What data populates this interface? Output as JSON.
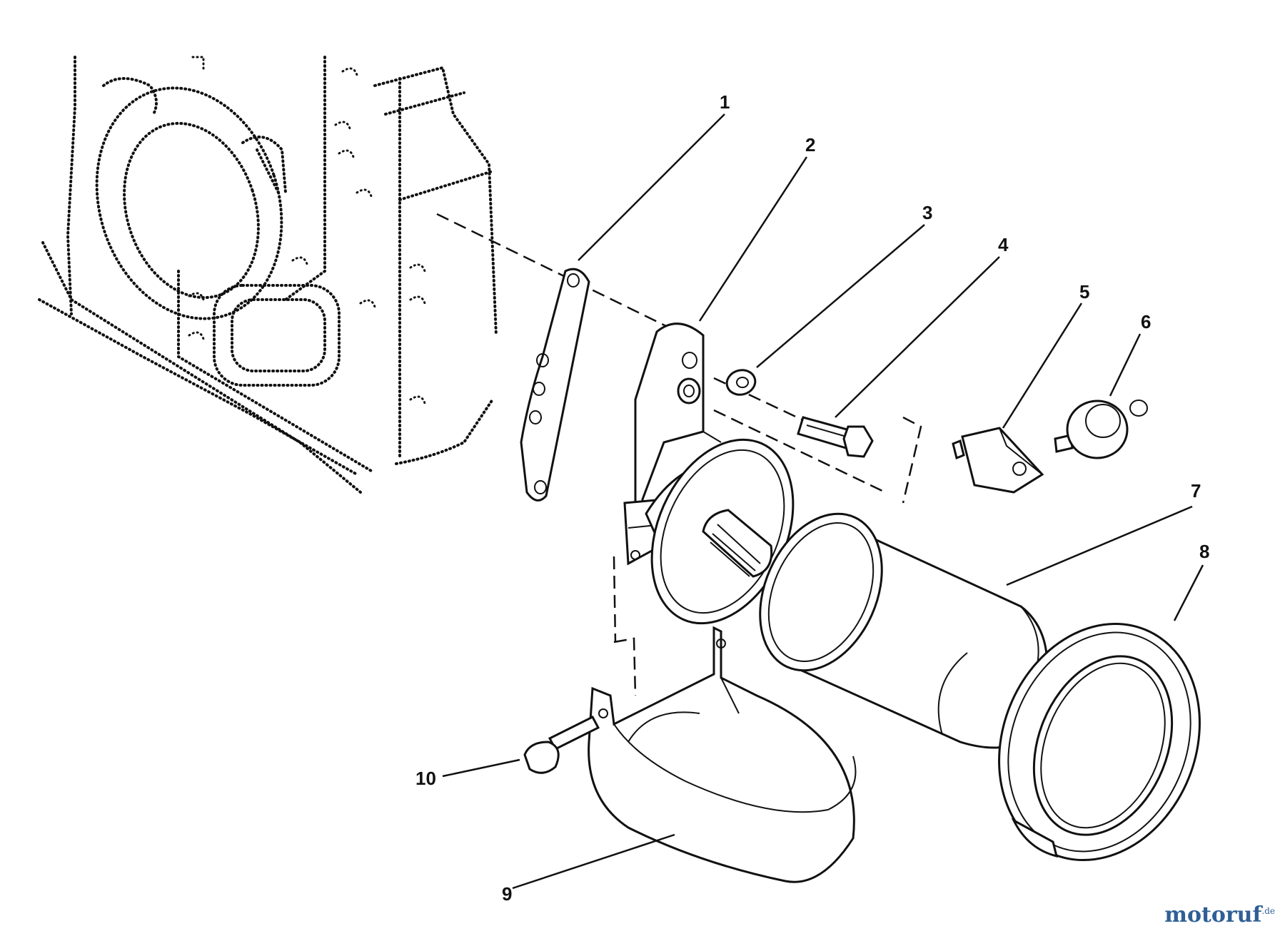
{
  "callouts": [
    {
      "id": "1",
      "label": "1"
    },
    {
      "id": "2",
      "label": "2"
    },
    {
      "id": "3",
      "label": "3"
    },
    {
      "id": "4",
      "label": "4"
    },
    {
      "id": "5",
      "label": "5"
    },
    {
      "id": "6",
      "label": "6"
    },
    {
      "id": "7",
      "label": "7"
    },
    {
      "id": "8",
      "label": "8"
    },
    {
      "id": "9",
      "label": "9"
    },
    {
      "id": "10",
      "label": "10"
    }
  ],
  "watermark": {
    "text": "motoruf",
    "suffix": ".de",
    "color": "#2f5f95"
  },
  "colors": {
    "line": "#111111",
    "background": "#ffffff"
  }
}
